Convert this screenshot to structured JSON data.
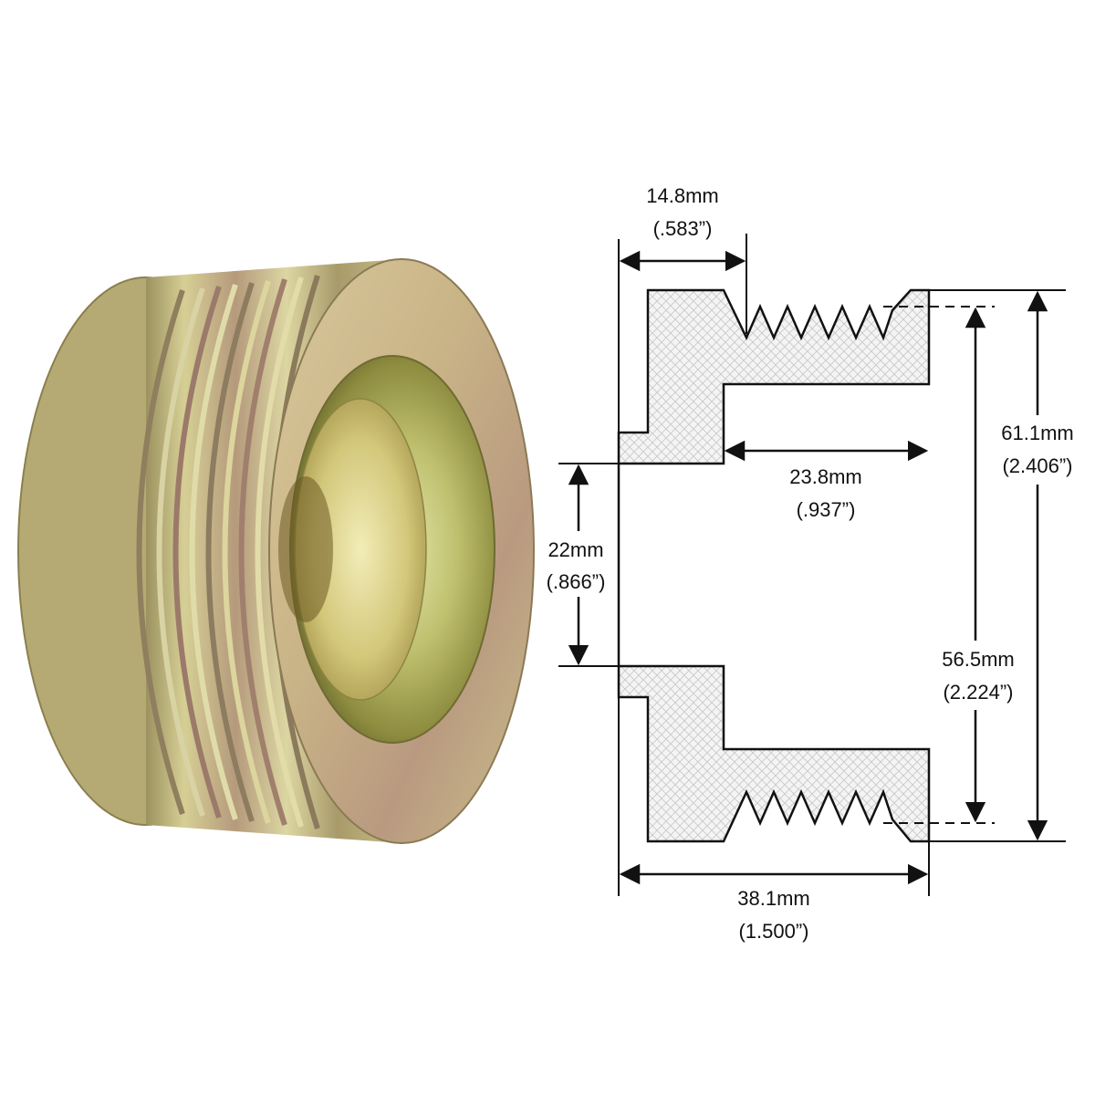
{
  "photo": {
    "subject": "alternator-pulley-photo"
  },
  "drawing": {
    "dimensions": [
      {
        "id": "hub-width",
        "metric": "14.8mm",
        "imperial": "(.583”)"
      },
      {
        "id": "bore-depth",
        "metric": "23.8mm",
        "imperial": "(.937”)"
      },
      {
        "id": "bore-diameter",
        "metric": "22mm",
        "imperial": "(.866”)"
      },
      {
        "id": "outer-diameter",
        "metric": "61.1mm",
        "imperial": "(2.406”)"
      },
      {
        "id": "groove-diameter",
        "metric": "56.5mm",
        "imperial": "(2.224”)"
      },
      {
        "id": "overall-length",
        "metric": "38.1mm",
        "imperial": "(1.500”)"
      }
    ]
  },
  "colors": {
    "metal_light": "#d9d39a",
    "metal_mid": "#b7a86b",
    "metal_dark": "#7e7648",
    "metal_rose": "#b88a72",
    "section_fill": "#f2f2f2",
    "line": "#111111"
  }
}
